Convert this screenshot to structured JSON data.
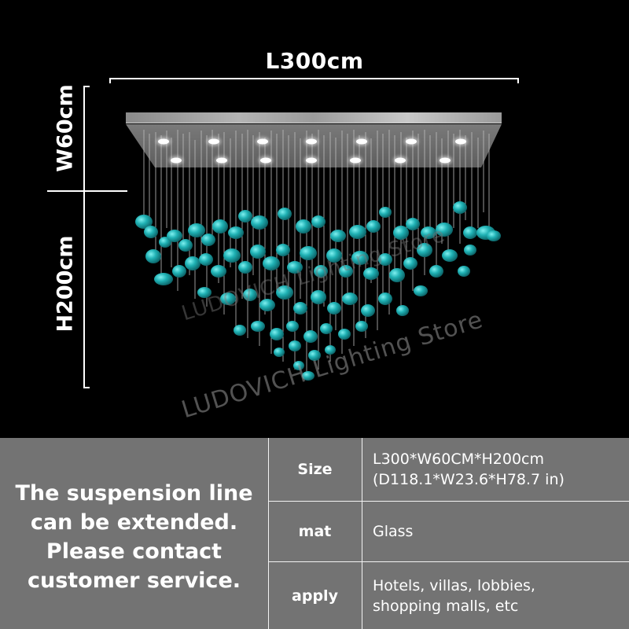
{
  "dimensions": {
    "length": "L300cm",
    "width": "W60cm",
    "height": "H200cm"
  },
  "watermark": {
    "primary": "LUDOVICH Lighting Store",
    "secondary": "LUDOVICH Lighting Store"
  },
  "note": {
    "lines": [
      "The suspension line",
      "can be extended.",
      "Please contact",
      "customer service."
    ]
  },
  "specs": [
    {
      "key": "Size",
      "value_lines": [
        "L300*W60CM*H200cm",
        "(D118.1*W23.6*H78.7 in)"
      ]
    },
    {
      "key": "mat",
      "value_lines": [
        "Glass"
      ]
    },
    {
      "key": "apply",
      "value_lines": [
        "Hotels, villas, lobbies,",
        "shopping malls, etc"
      ]
    }
  ],
  "colors": {
    "background": "#000000",
    "panel_gray": "#737373",
    "crystal_teal": "#1a9fa3",
    "crystal_highlight": "#5fe3e6",
    "divider": "#f2f2f2"
  }
}
